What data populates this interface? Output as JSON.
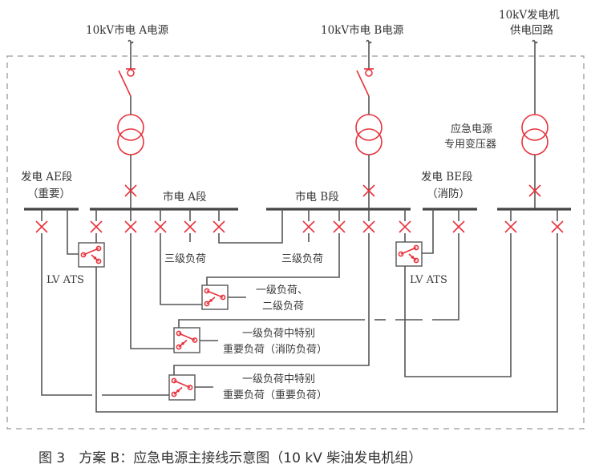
{
  "sources": {
    "a_label": "10kV市电 A电源",
    "b_label": "10kV市电 B电源",
    "gen_label_line1": "10kV发电机",
    "gen_label_line2": "供电回路"
  },
  "transformers": {
    "emergency_label_line1": "应急电源",
    "emergency_label_line2": "专用变压器"
  },
  "buses": {
    "ae_line1": "发电 AE段",
    "ae_line2": "（重要）",
    "a": "市电 A段",
    "b": "市电 B段",
    "be_line1": "发电 BE段",
    "be_line2": "（消防）"
  },
  "loads": {
    "tier3_a": "三级负荷",
    "tier3_b": "三级负荷",
    "tier12_line1": "一级负荷、",
    "tier12_line2": "二级负荷",
    "fire_line1": "一级负荷中特别",
    "fire_line2": "重要负荷（消防负荷）",
    "vital_line1": "一级负荷中特别",
    "vital_line2": "重要负荷（重要负荷）"
  },
  "ats": {
    "left_label": "LV ATS",
    "right_label": "LV ATS"
  },
  "caption": "图 3　方案 B：应急电源主接线示意图（10 kV 柴油发电机组）",
  "colors": {
    "device_red": "#e8323c",
    "wire_gray": "#555555",
    "border_gray": "#9a9a9a"
  }
}
